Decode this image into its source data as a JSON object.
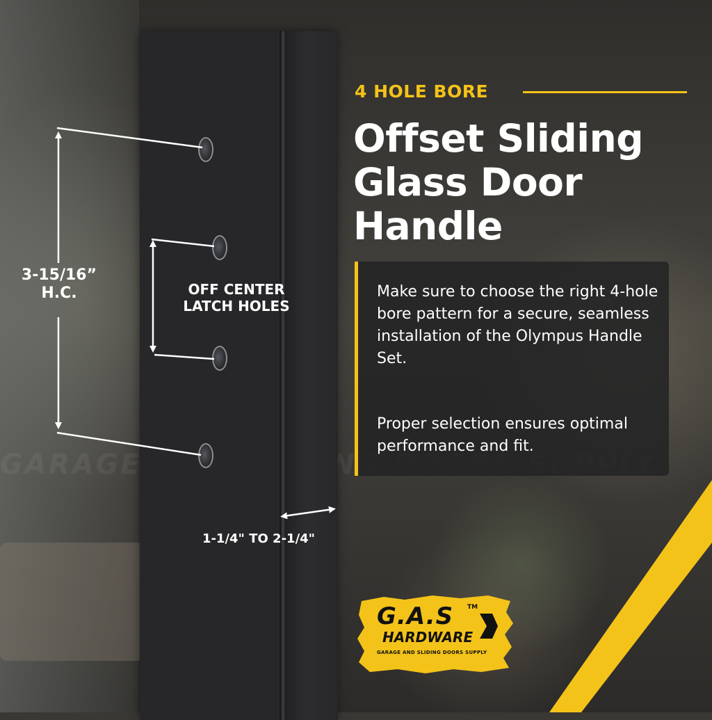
{
  "eyebrow": "4 HOLE BORE",
  "title": {
    "line1": "Offset Sliding",
    "line2": "Glass Door",
    "line3": "Handle"
  },
  "dimensions": {
    "hole_center_line1": "3-15/16”",
    "hole_center_line2": "H.C.",
    "latch_line1": "OFF CENTER",
    "latch_line2": "LATCH HOLES",
    "width": "1-1/4\" TO 2-1/4\""
  },
  "info": {
    "paragraph1": "Make sure to choose the right 4-hole bore pattern for a secure, seamless installation of the Olympus Handle Set.",
    "paragraph2": "Proper selection ensures optimal performance and fit."
  },
  "logo": {
    "name": "G.A.S",
    "tm": "TM",
    "hardware": "HARDWARE",
    "tagline": "GARAGE AND SLIDING DOORS SUPPLY"
  },
  "watermark": "GARAGE AND SLIDING DOORS SUPPLY",
  "colors": {
    "accent": "#f4c319",
    "door": "#272729",
    "panel": "#232324"
  }
}
